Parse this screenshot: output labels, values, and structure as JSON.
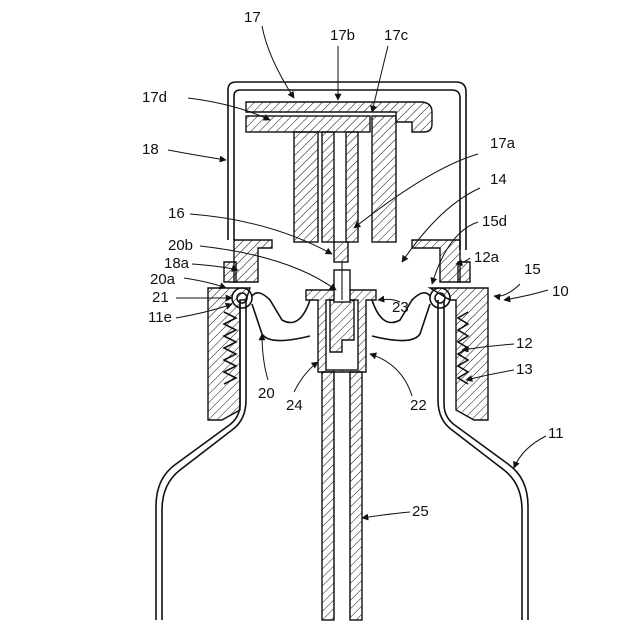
{
  "figure": {
    "labels": {
      "l17": "17",
      "l17b": "17b",
      "l17c": "17c",
      "l17d": "17d",
      "l18": "18",
      "l17a": "17a",
      "l14": "14",
      "l16": "16",
      "l15d": "15d",
      "l20b": "20b",
      "l12a": "12a",
      "l18a": "18a",
      "l15": "15",
      "l20a": "20a",
      "l10": "10",
      "l21": "21",
      "l23": "23",
      "l11e": "11e",
      "l12": "12",
      "l13": "13",
      "l20": "20",
      "l24": "24",
      "l22": "22",
      "l11": "11",
      "l25": "25"
    }
  }
}
